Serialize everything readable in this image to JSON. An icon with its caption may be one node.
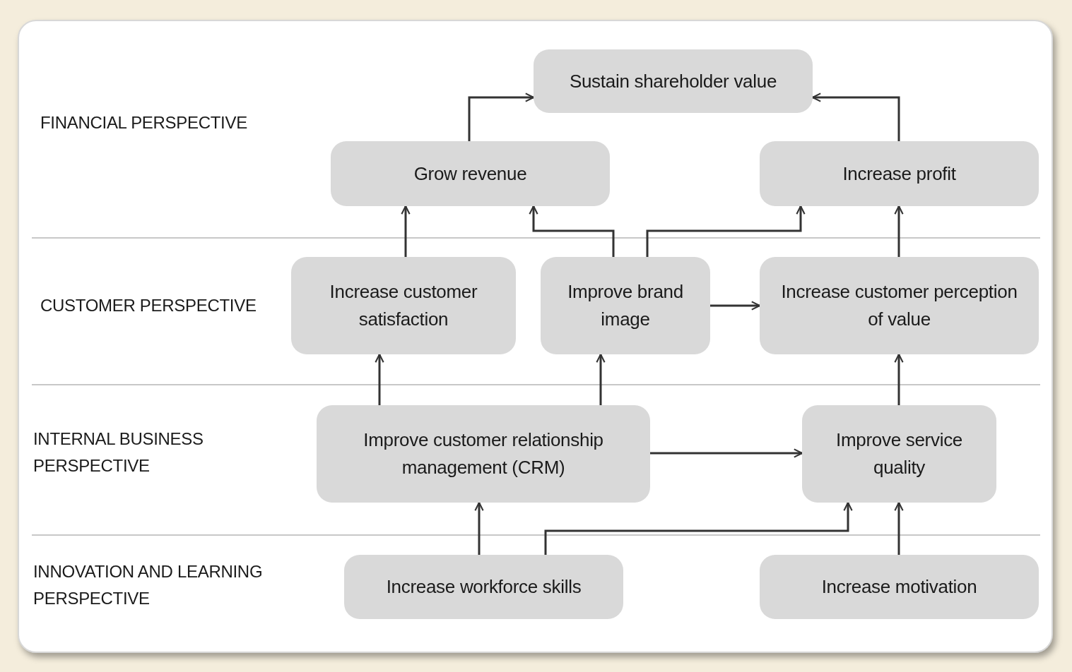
{
  "diagram": {
    "nodes": [
      {
        "text": [
          "Sustain shareholder value"
        ]
      },
      {
        "text": [
          "Grow revenue"
        ]
      },
      {
        "text": [
          "Increase profit"
        ]
      },
      {
        "text": [
          "Increase customer satisfaction"
        ]
      },
      {
        "text": [
          "Improve brand image"
        ]
      },
      {
        "text": [
          "Increase customer perception of value"
        ]
      },
      {
        "text": [
          "Improve customer relationship management (CRM)"
        ]
      },
      {
        "text": [
          "Improve service quality"
        ]
      },
      {
        "text": [
          "Increase workforce skills"
        ]
      },
      {
        "text": [
          "Increase motivation"
        ]
      }
    ],
    "edges": [
      {
        "from": 1,
        "to": 0,
        "arrow": "to"
      },
      {
        "from": 2,
        "to": 0,
        "arrow": "to"
      },
      {
        "from": 3,
        "to": 1,
        "arrow": "to"
      },
      {
        "from": 4,
        "to": 1,
        "arrow": "to"
      },
      {
        "from": 4,
        "to": 2,
        "arrow": "to"
      },
      {
        "from": 5,
        "to": 2,
        "arrow": "to"
      },
      {
        "from": 4,
        "to": 5,
        "arrow": "to"
      },
      {
        "from": 6,
        "to": 3,
        "arrow": "to"
      },
      {
        "from": 6,
        "to": 4,
        "arrow": "to"
      },
      {
        "from": 6,
        "to": 7,
        "arrow": "to"
      },
      {
        "from": 7,
        "to": 5,
        "arrow": "to"
      },
      {
        "from": 8,
        "to": 6,
        "arrow": "to"
      },
      {
        "from": 8,
        "to": 7,
        "arrow": "to"
      },
      {
        "from": 9,
        "to": 7,
        "arrow": "to"
      }
    ],
    "labels": [
      "FINANCIAL PERSPECTIVE",
      "CUSTOMER PERSPECTIVE",
      "INTERNAL BUSINESS PERSPECTIVE",
      "INNOVATION AND LEARNING PERSPECTIVE"
    ]
  }
}
